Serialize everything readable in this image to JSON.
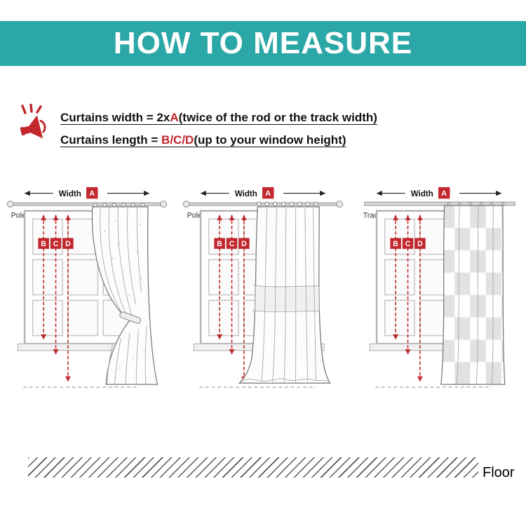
{
  "header": {
    "title": "HOW TO MEASURE"
  },
  "colors": {
    "banner_teal": "#2aa7a6",
    "accent_red": "#c1272d"
  },
  "instructions": {
    "line1": {
      "prefix": "Curtains width = 2x",
      "highlight": "A",
      "suffix": "(twice of the rod or the track width)"
    },
    "line2": {
      "prefix": "Curtains length = ",
      "highlight": "B/C/D",
      "suffix": "(up to your window height)"
    }
  },
  "diagrams": [
    {
      "rod_label": "Pole",
      "width_label": "Width",
      "width_letter": "A",
      "letters": [
        "B",
        "C",
        "D"
      ]
    },
    {
      "rod_label": "Pole",
      "width_label": "Width",
      "width_letter": "A",
      "letters": [
        "B",
        "C",
        "D"
      ]
    },
    {
      "rod_label": "Track",
      "width_label": "Width",
      "width_letter": "A",
      "letters": [
        "B",
        "C",
        "D"
      ]
    }
  ],
  "floor": {
    "label": "Floor"
  }
}
